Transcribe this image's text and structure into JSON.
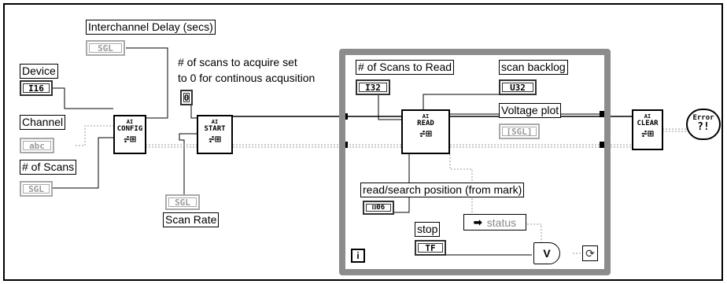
{
  "labels": {
    "interchannel_delay": "Interchannel Delay (secs)",
    "scans_to_acquire_line1": "# of scans to acquire set",
    "scans_to_acquire_line2": "to 0 for continous acqusition",
    "device": "Device",
    "channel": "Channel",
    "num_scans": "# of Scans",
    "scan_rate": "Scan Rate",
    "scans_to_read": "# of Scans to Read",
    "scan_backlog": "scan backlog",
    "voltage_plot": "Voltage plot",
    "read_search_position": "read/search position (from mark)",
    "stop": "stop",
    "status": "status"
  },
  "terminals": {
    "delay_type": "SGL",
    "device_type": "I16",
    "channel_type": "abc",
    "scans_type": "SGL",
    "acquire_value": "0",
    "rate_type": "SGL",
    "scans_to_read_type": "I32",
    "backlog_type": "U32",
    "voltage_type": "[SGL]",
    "position_value": "⊟06",
    "stop_type": "TF"
  },
  "vis": {
    "config": {
      "top": "AI",
      "name": "CONFIG"
    },
    "start": {
      "top": "AI",
      "name": "START"
    },
    "read": {
      "top": "AI",
      "name": "READ"
    },
    "clear": {
      "top": "AI",
      "name": "CLEAR"
    },
    "error": {
      "top": "Error",
      "name": "?!"
    }
  },
  "loop": {
    "iteration": "i",
    "or_gate": "V"
  },
  "icons": [
    "daq-acquire-icon",
    "error-handler-icon",
    "iteration-terminal-icon",
    "loop-condition-icon",
    "or-gate-icon",
    "shift-arrow-icon"
  ],
  "colors": {
    "wire_dark": "#000000",
    "wire_grey": "#a9a9a9",
    "loop_border": "#8c8c8c"
  }
}
